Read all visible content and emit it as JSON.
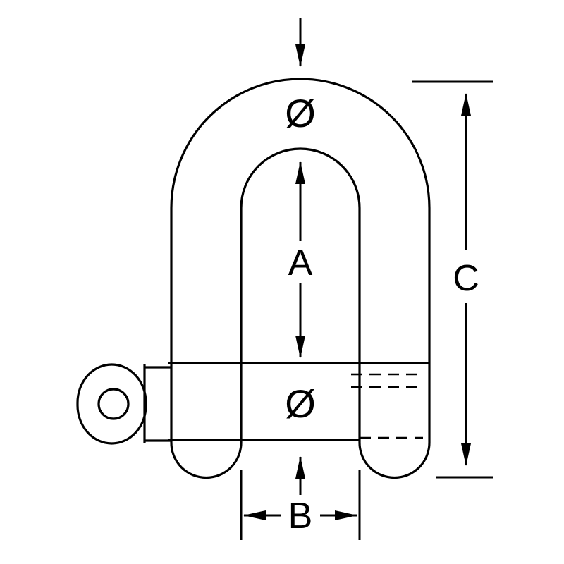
{
  "diagram": {
    "background": "#ffffff",
    "line_color": "#000000",
    "labels": {
      "bow_diameter_symbol": "Ø",
      "inside_length": "A",
      "pin_diameter_symbol": "Ø",
      "inside_width": "B",
      "overall_length": "C"
    }
  }
}
